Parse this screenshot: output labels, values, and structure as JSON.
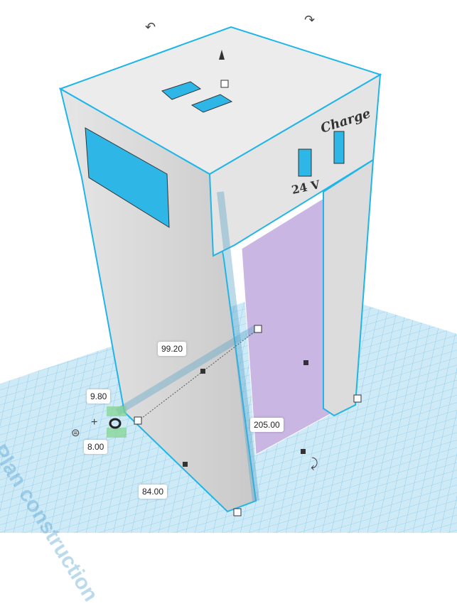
{
  "workplane": {
    "watermark": "Plan construction"
  },
  "model": {
    "label_charge": "Charge",
    "label_voltage": "24 V"
  },
  "dimensions": {
    "depth": "99.20",
    "offset_a": "9.80",
    "offset_b": "8.00",
    "height": "205.00",
    "width": "84.00"
  },
  "colors": {
    "grid": "#bfe3f5",
    "selection": "#1fb5e8",
    "purple": "#c9b6e3"
  }
}
